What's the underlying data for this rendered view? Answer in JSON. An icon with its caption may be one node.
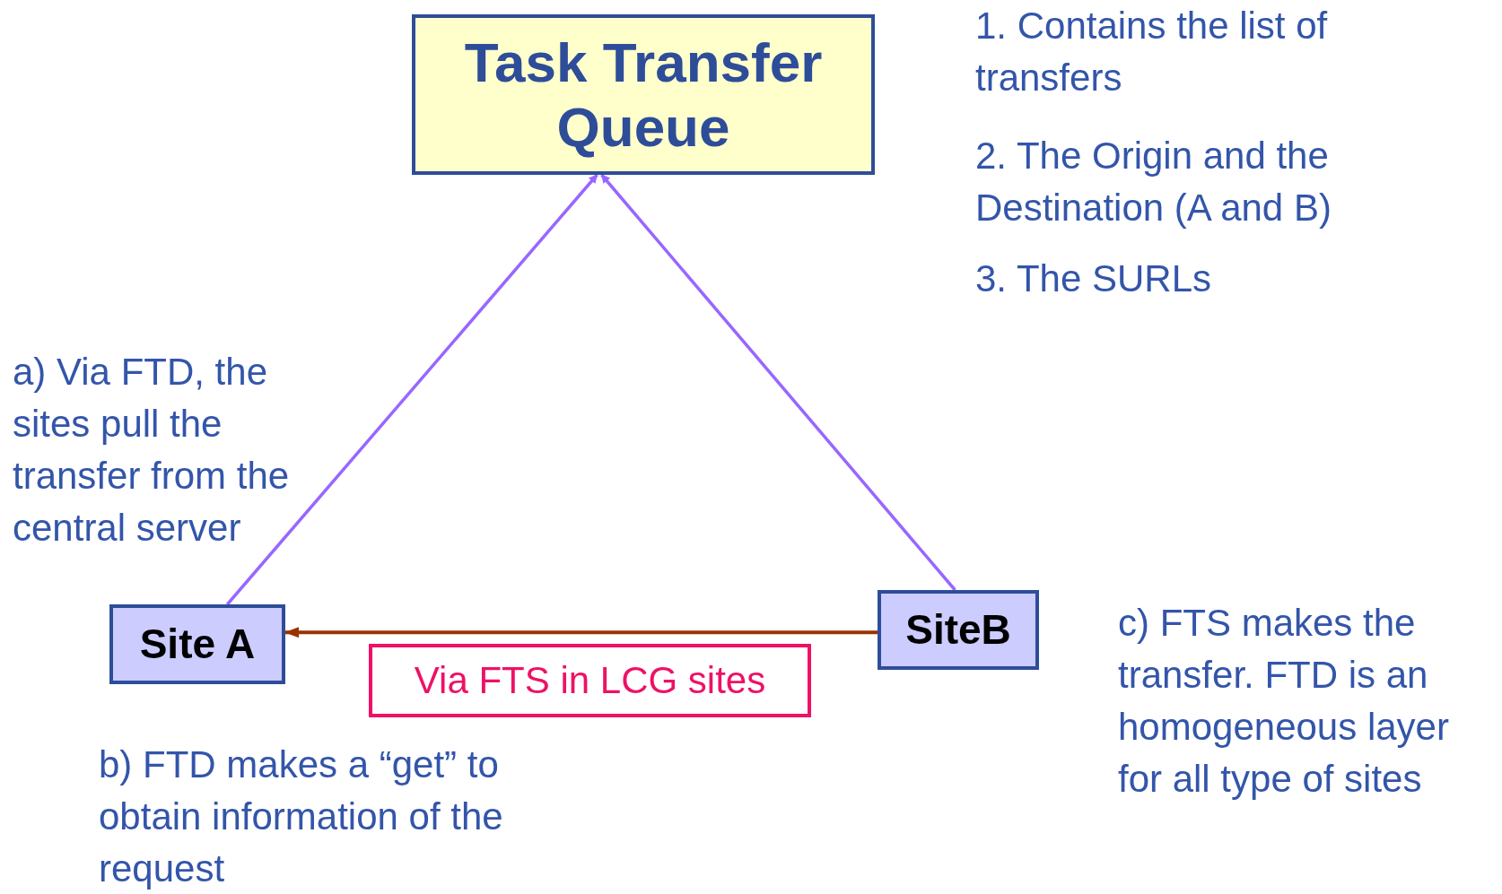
{
  "diagram": {
    "nodes": [
      {
        "text": [
          "Task Transfer Queue"
        ]
      },
      {
        "text": [
          "Site A"
        ]
      },
      {
        "text": [
          "SiteB"
        ]
      },
      {
        "text": [
          "Via FTS in LCG sites"
        ]
      }
    ],
    "edges": [
      {
        "from": 1,
        "to": 0,
        "arrow": "to"
      },
      {
        "from": 2,
        "to": 0,
        "arrow": "to"
      },
      {
        "from": 2,
        "to": 1,
        "arrow": "to",
        "color": "#993300"
      }
    ],
    "labels": [
      "1. Contains the list of transfers",
      "2. The Origin and the Destination (A and B)",
      "3. The SURLs",
      "a) Via FTD, the sites pull the transfer from the central server",
      "b) FTD makes a “get” to obtain information of the request",
      "c) FTS makes the transfer. FTD is an homogeneous layer for all type of sites"
    ]
  }
}
